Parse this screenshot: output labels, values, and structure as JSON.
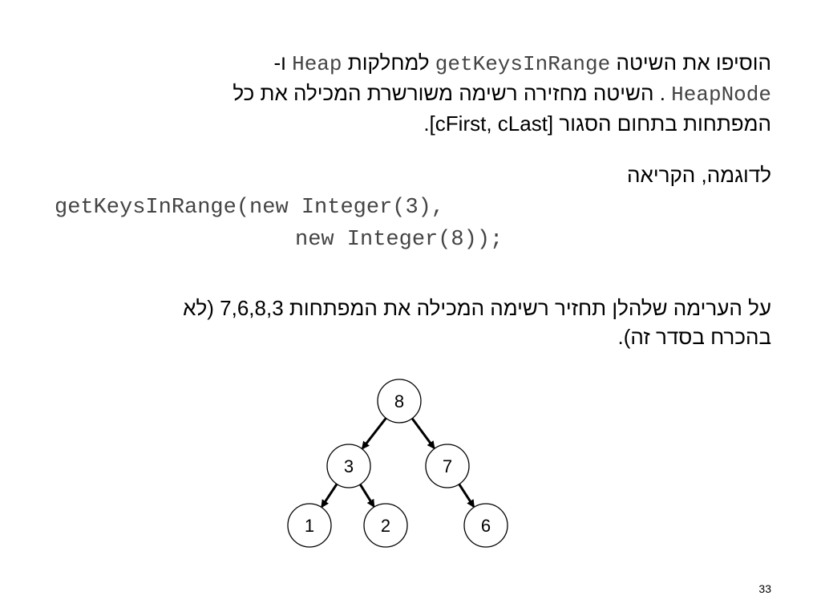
{
  "paragraph1": {
    "line1_a": "הוסיפו את השיטה",
    "line1_code1": "getKeysInRange",
    "line1_b": "למחלקות",
    "line1_code2": "Heap",
    "line1_c": "ו-",
    "line2_code": "HeapNode",
    "line2_a": ". השיטה מחזירה רשימה משורשרת המכילה את כל",
    "line3": "המפתחות בתחום הסגור [cFirst, cLast]."
  },
  "paragraph2": "לדוגמה, הקריאה",
  "code": {
    "line1": "getKeysInRange(new Integer(3),",
    "line2": "new Integer(8));"
  },
  "paragraph3": {
    "line1": "על הערימה שלהלן תחזיר רשימה המכילה את המפתחות 7,6,8,3 (לא",
    "line2": "בהכרח בסדר זה)."
  },
  "tree": {
    "nodes": [
      "8",
      "3",
      "7",
      "1",
      "2",
      "6"
    ],
    "edges": [
      [
        "8",
        "3"
      ],
      [
        "8",
        "7"
      ],
      [
        "3",
        "1"
      ],
      [
        "3",
        "2"
      ],
      [
        "7",
        "6"
      ]
    ]
  },
  "page_number": "33"
}
